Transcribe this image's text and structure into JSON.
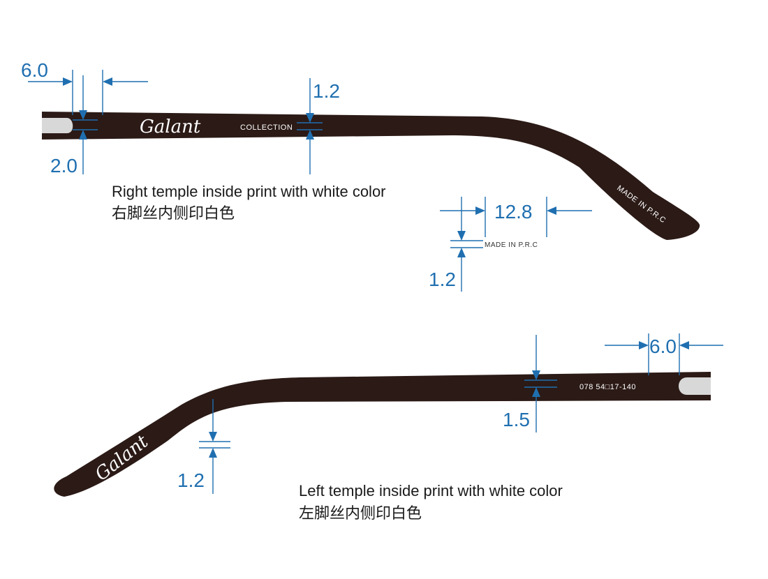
{
  "top_temple": {
    "dims": {
      "tip_offset": "6.0",
      "text_height_left": "2.0",
      "text_height_mid": "1.2",
      "label_length": "12.8",
      "label_height": "1.2"
    },
    "print": {
      "brand": "Galant",
      "collection": "COLLECTION",
      "origin": "MADE  IN  P.R.C",
      "origin_detail": "MADE  IN  P.R.C"
    },
    "caption": {
      "en": "Right temple inside print with white color",
      "zh": "右脚丝内侧印白色"
    }
  },
  "bottom_temple": {
    "dims": {
      "tip_offset": "6.0",
      "text_height_mid": "1.5",
      "brand_height": "1.2"
    },
    "print": {
      "brand": "Galant",
      "model": "078  54□17-140"
    },
    "caption": {
      "en": "Left temple inside print with white color",
      "zh": "左脚丝内侧印白色"
    }
  },
  "colors": {
    "temple": "#2b1a16",
    "tip": "#d8d8d8",
    "dimension": "#1f6fb0",
    "caption": "#1a1a1a"
  }
}
